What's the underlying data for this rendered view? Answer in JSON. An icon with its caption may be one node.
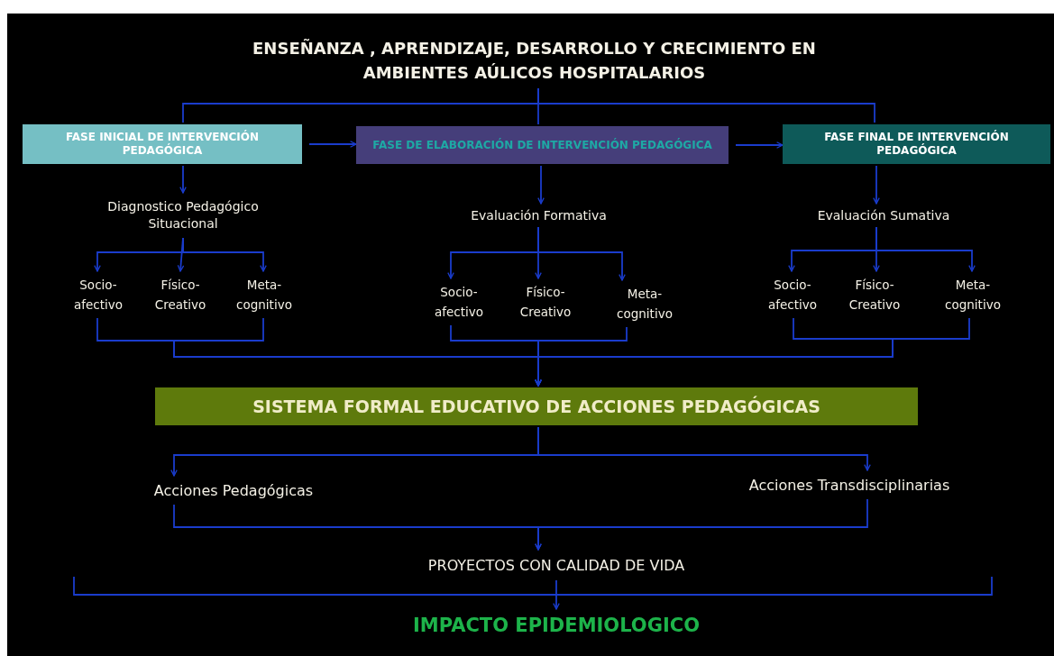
{
  "diagram": {
    "nodes": [
      {
        "text": [
          "ENSEÑANZA , APRENDIZAJE, DESARROLLO Y CRECIMIENTO EN AMBIENTES AÚLICOS HOSPITALARIOS"
        ]
      },
      {
        "text": [
          "FASE INICIAL DE INTERVENCIÓN PEDAGÓGICA"
        ]
      },
      {
        "text": [
          "FASE DE ELABORACIÓN DE INTERVENCIÓN PEDAGÓGICA"
        ]
      },
      {
        "text": [
          "FASE FINAL DE INTERVENCIÓN PEDAGÓGICA"
        ]
      },
      {
        "text": [
          "Diagnostico Pedagógico Situacional"
        ]
      },
      {
        "text": [
          "Evaluación Formativa"
        ]
      },
      {
        "text": [
          "Evaluación Sumativa"
        ]
      },
      {
        "text": [
          "Socio- afectivo"
        ]
      },
      {
        "text": [
          "Físico- Creativo"
        ]
      },
      {
        "text": [
          "Meta- cognitivo"
        ]
      },
      {
        "text": [
          "Socio- afectivo"
        ]
      },
      {
        "text": [
          "Físico- Creativo"
        ]
      },
      {
        "text": [
          "Meta- cognitivo"
        ]
      },
      {
        "text": [
          "Socio- afectivo"
        ]
      },
      {
        "text": [
          "Físico- Creativo"
        ]
      },
      {
        "text": [
          "Meta- cognitivo"
        ]
      },
      {
        "text": [
          "SISTEMA FORMAL EDUCATIVO DE ACCIONES PEDAGÓGICAS"
        ]
      },
      {
        "text": [
          "Acciones Pedagógicas"
        ]
      },
      {
        "text": [
          "Acciones Transdisciplinarias"
        ]
      },
      {
        "text": [
          "PROYECTOS CON CALIDAD DE VIDA"
        ]
      },
      {
        "text": [
          "IMPACTO EPIDEMIOLOGICO"
        ]
      }
    ],
    "edges": [
      {
        "from": 0,
        "to": 1,
        "arrow": "none"
      },
      {
        "from": 0,
        "to": 2,
        "arrow": "none"
      },
      {
        "from": 0,
        "to": 3,
        "arrow": "none"
      },
      {
        "from": 1,
        "to": 2,
        "arrow": "to"
      },
      {
        "from": 2,
        "to": 3,
        "arrow": "to"
      },
      {
        "from": 1,
        "to": 4,
        "arrow": "to"
      },
      {
        "from": 2,
        "to": 5,
        "arrow": "to"
      },
      {
        "from": 3,
        "to": 6,
        "arrow": "to"
      },
      {
        "from": 4,
        "to": 7,
        "arrow": "to"
      },
      {
        "from": 4,
        "to": 8,
        "arrow": "to"
      },
      {
        "from": 4,
        "to": 9,
        "arrow": "to"
      },
      {
        "from": 5,
        "to": 10,
        "arrow": "to"
      },
      {
        "from": 5,
        "to": 11,
        "arrow": "to"
      },
      {
        "from": 5,
        "to": 12,
        "arrow": "to"
      },
      {
        "from": 6,
        "to": 13,
        "arrow": "to"
      },
      {
        "from": 6,
        "to": 14,
        "arrow": "to"
      },
      {
        "from": 6,
        "to": 15,
        "arrow": "to"
      },
      {
        "from": 7,
        "to": 16,
        "arrow": "to"
      },
      {
        "from": 9,
        "to": 16,
        "arrow": "to"
      },
      {
        "from": 10,
        "to": 16,
        "arrow": "to"
      },
      {
        "from": 12,
        "to": 16,
        "arrow": "to"
      },
      {
        "from": 13,
        "to": 16,
        "arrow": "to"
      },
      {
        "from": 15,
        "to": 16,
        "arrow": "to"
      },
      {
        "from": 16,
        "to": 17,
        "arrow": "to"
      },
      {
        "from": 16,
        "to": 18,
        "arrow": "to"
      },
      {
        "from": 17,
        "to": 19,
        "arrow": "to"
      },
      {
        "from": 18,
        "to": 19,
        "arrow": "to"
      },
      {
        "from": 19,
        "to": 20,
        "arrow": "to"
      }
    ]
  }
}
